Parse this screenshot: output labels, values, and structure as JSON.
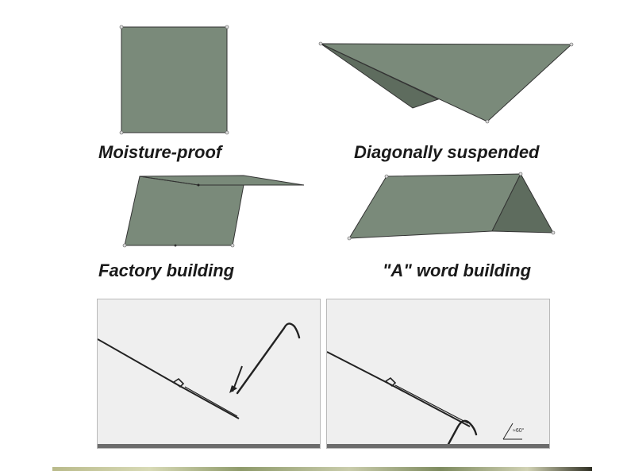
{
  "captions": {
    "moisture_proof": "Moisture-proof",
    "diagonally_suspended": "Diagonally suspended",
    "factory_building": "Factory building",
    "a_word_building": "\"A\" word building"
  },
  "steps": {
    "angle_label": "≈60°"
  },
  "colors": {
    "tarp": "#7a8a7a",
    "tarp_shadow": "#5e6c5e",
    "panel_background": "#efefef",
    "ground": "#6c6c6c",
    "line": "#222222"
  },
  "icons": [
    "arrow-down-icon",
    "angle-icon"
  ]
}
